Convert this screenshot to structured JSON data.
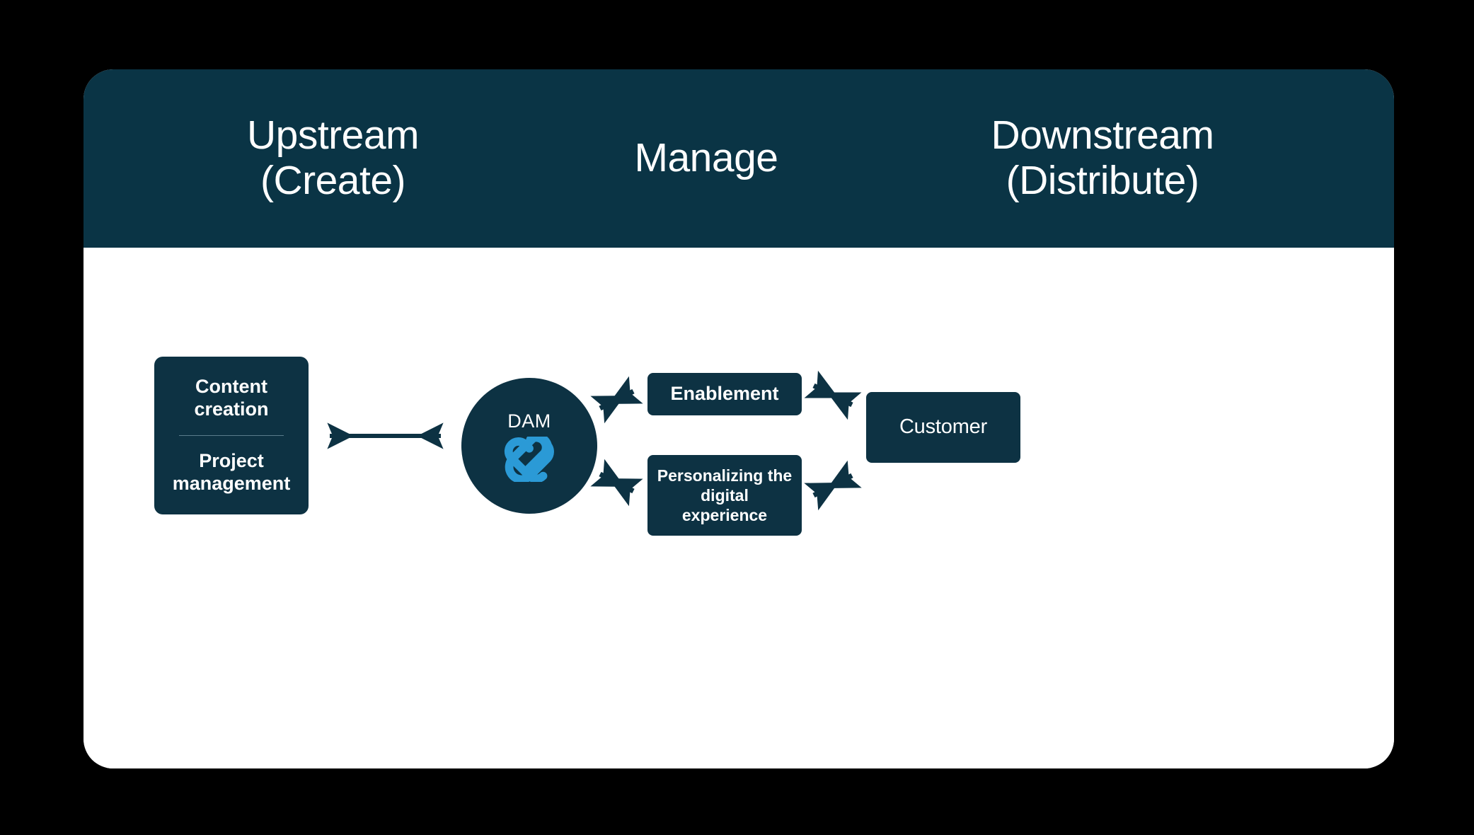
{
  "theme": {
    "page_background": "#000000",
    "card_background": "#ffffff",
    "header_background": "#0a3445",
    "node_background": "#0d3243",
    "node_text": "#ffffff",
    "arrow_color": "#0d3243",
    "logo_accent": "#2b9ad6",
    "divider_color": "#5a7c8b"
  },
  "header": {
    "columns": [
      {
        "name": "upstream",
        "lines": [
          "Upstream",
          "(Create)"
        ]
      },
      {
        "name": "manage",
        "lines": [
          "Manage"
        ]
      },
      {
        "name": "downstream",
        "lines": [
          "Downstream",
          "(Distribute)"
        ]
      }
    ]
  },
  "nodes": {
    "create": {
      "top_label": "Content creation",
      "top_line_1": "Content",
      "top_line_2": "creation",
      "bottom_label": "Project management",
      "bottom_line_1": "Project",
      "bottom_line_2": "management"
    },
    "dam": {
      "label": "DAM",
      "logo_name": "dam-heart-logo"
    },
    "enablement": {
      "label": "Enablement"
    },
    "personalize": {
      "label": "Personalizing the digital experience",
      "line_1": "Personalizing the",
      "line_2": "digital experience"
    },
    "customer": {
      "label": "Customer"
    }
  },
  "connectors": [
    {
      "name": "create-to-dam",
      "from": "create",
      "to": "dam",
      "style": "double-headed",
      "direction": "horizontal"
    },
    {
      "name": "dam-to-enablement",
      "from": "dam",
      "to": "enablement",
      "style": "double-headed",
      "direction": "diagonal-up"
    },
    {
      "name": "dam-to-personalize",
      "from": "dam",
      "to": "personalize",
      "style": "double-headed",
      "direction": "diagonal-down"
    },
    {
      "name": "enablement-to-customer",
      "from": "enablement",
      "to": "customer",
      "style": "double-headed",
      "direction": "diagonal-down"
    },
    {
      "name": "personalize-to-customer",
      "from": "personalize",
      "to": "customer",
      "style": "double-headed",
      "direction": "diagonal-up"
    }
  ]
}
